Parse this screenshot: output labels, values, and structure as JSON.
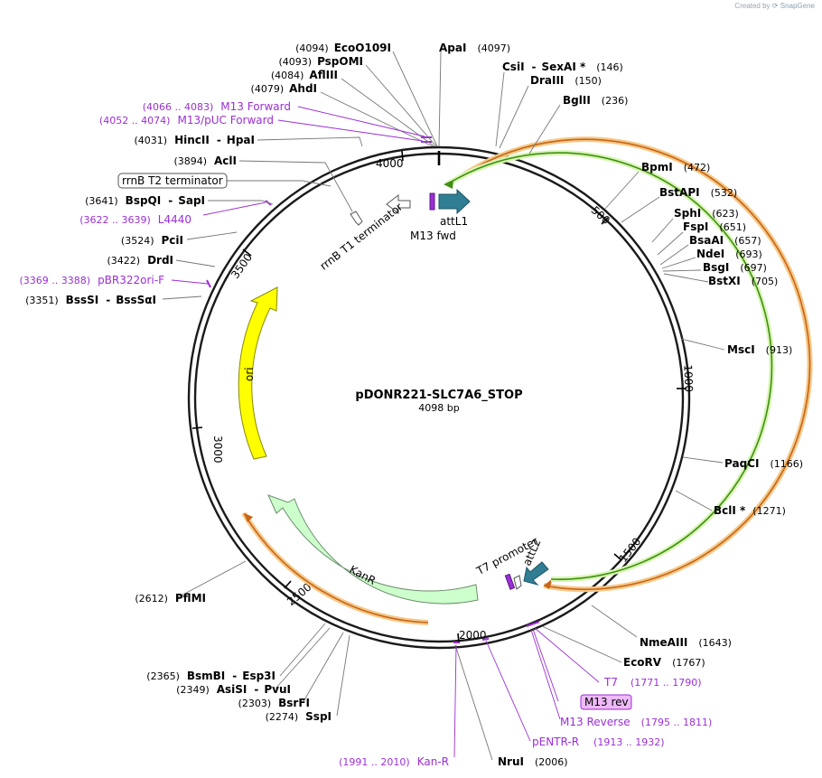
{
  "watermark": {
    "prefix": "Created by",
    "brand": "SnapGene"
  },
  "plasmid": {
    "name": "pDONR221-SLC7A6_STOP",
    "size": "4098 bp"
  },
  "ticks": [
    {
      "label": "500",
      "pos": 500
    },
    {
      "label": "1000",
      "pos": 1000
    },
    {
      "label": "1500",
      "pos": 1500
    },
    {
      "label": "2000",
      "pos": 2000
    },
    {
      "label": "2500",
      "pos": 2500
    },
    {
      "label": "3000",
      "pos": 3000
    },
    {
      "label": "3500",
      "pos": 3500
    },
    {
      "label": "4000",
      "pos": 4000
    }
  ],
  "features": [
    {
      "label": "rrnB T2 terminator",
      "boxed": true
    },
    {
      "label": "rrnB T1 terminator"
    },
    {
      "label": "M13 fwd"
    },
    {
      "label": "attL1"
    },
    {
      "label": "ori"
    },
    {
      "label": "KanR"
    },
    {
      "label": "T7 promoter"
    },
    {
      "label": "attL2"
    }
  ],
  "enzymes": [
    {
      "name": "EcoO109I",
      "pos": "(4094)"
    },
    {
      "name": "ApaI",
      "pos": "(4097)"
    },
    {
      "name": "PspOMI",
      "pos": "(4093)"
    },
    {
      "name": "AflIII",
      "pos": "(4084)"
    },
    {
      "name": "AhdI",
      "pos": "(4079)"
    },
    {
      "name": "CsiI",
      "name2": "SexAI *",
      "pos": "(146)"
    },
    {
      "name": "DraIII",
      "pos": "(150)"
    },
    {
      "name": "BglII",
      "pos": "(236)"
    },
    {
      "name": "HincII",
      "name2": "HpaI",
      "pos": "(4031)"
    },
    {
      "name": "AclI",
      "pos": "(3894)"
    },
    {
      "name": "BspQI",
      "name2": "SapI",
      "pos": "(3641)"
    },
    {
      "name": "PciI",
      "pos": "(3524)"
    },
    {
      "name": "DrdI",
      "pos": "(3422)"
    },
    {
      "name": "BssSI",
      "name2": "BssSαI",
      "pos": "(3351)"
    },
    {
      "name": "BpmI",
      "pos": "(472)"
    },
    {
      "name": "BstAPI",
      "pos": "(532)"
    },
    {
      "name": "SphI",
      "pos": "(623)"
    },
    {
      "name": "FspI",
      "pos": "(651)"
    },
    {
      "name": "BsaAI",
      "pos": "(657)"
    },
    {
      "name": "NdeI",
      "pos": "(693)"
    },
    {
      "name": "BsgI",
      "pos": "(697)"
    },
    {
      "name": "BstXI",
      "pos": "(705)"
    },
    {
      "name": "MscI",
      "pos": "(913)"
    },
    {
      "name": "PaqCI",
      "pos": "(1166)"
    },
    {
      "name": "BclI *",
      "pos": "(1271)"
    },
    {
      "name": "NmeAIII",
      "pos": "(1643)"
    },
    {
      "name": "EcoRV",
      "pos": "(1767)"
    },
    {
      "name": "NruI",
      "pos": "(2006)"
    },
    {
      "name": "PflMI",
      "pos": "(2612)"
    },
    {
      "name": "BsmBI",
      "name2": "Esp3I",
      "pos": "(2365)"
    },
    {
      "name": "AsiSI",
      "name2": "PvuI",
      "pos": "(2349)"
    },
    {
      "name": "BsrFI",
      "pos": "(2303)"
    },
    {
      "name": "SspI",
      "pos": "(2274)"
    }
  ],
  "primers": [
    {
      "name": "M13 Forward",
      "range": "(4066 .. 4083)"
    },
    {
      "name": "M13/pUC Forward",
      "range": "(4052 .. 4074)"
    },
    {
      "name": "L4440",
      "range": "(3622 .. 3639)"
    },
    {
      "name": "pBR322ori-F",
      "range": "(3369 .. 3388)"
    },
    {
      "name": "T7",
      "range": "(1771 .. 1790)"
    },
    {
      "name": "M13 rev",
      "range": "",
      "boxed": true
    },
    {
      "name": "M13 Reverse",
      "range": "(1795 .. 1811)"
    },
    {
      "name": "pENTR-R",
      "range": "(1913 .. 1932)"
    },
    {
      "name": "Kan-R",
      "range": "(1991 .. 2010)"
    }
  ],
  "colors": {
    "backbone": "#1a1a1a",
    "ori": "#ffff00",
    "kanr": "#ccffcc",
    "attl": "#2f7e94",
    "primer": "#9b2fd6",
    "orange_arc": "#c8641a",
    "orange_glow": "#f5c987",
    "green_arc": "#3f8f12",
    "green_glow": "#d8f5b4",
    "leader": "#777777"
  }
}
